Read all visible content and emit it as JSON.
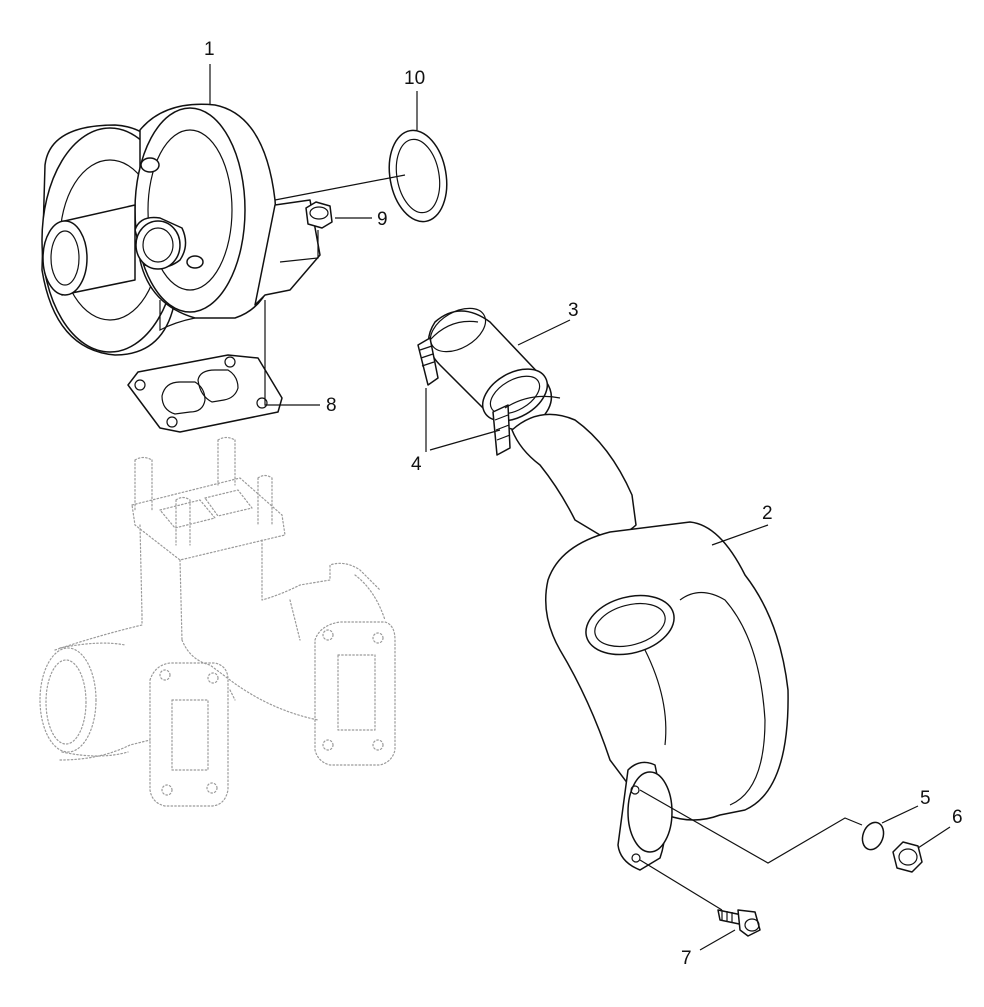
{
  "diagram": {
    "parts": [
      {
        "id": "turbocharger",
        "callout": "1"
      },
      {
        "id": "exhaust-pipe",
        "callout": "2"
      },
      {
        "id": "hose",
        "callout": "3"
      },
      {
        "id": "hose-clamps",
        "callout": "4"
      },
      {
        "id": "o-ring",
        "callout": "5"
      },
      {
        "id": "nut",
        "callout": "6"
      },
      {
        "id": "bolt",
        "callout": "7"
      },
      {
        "id": "gasket",
        "callout": "8"
      },
      {
        "id": "nut",
        "callout": "9"
      },
      {
        "id": "ring",
        "callout": "10"
      }
    ]
  }
}
